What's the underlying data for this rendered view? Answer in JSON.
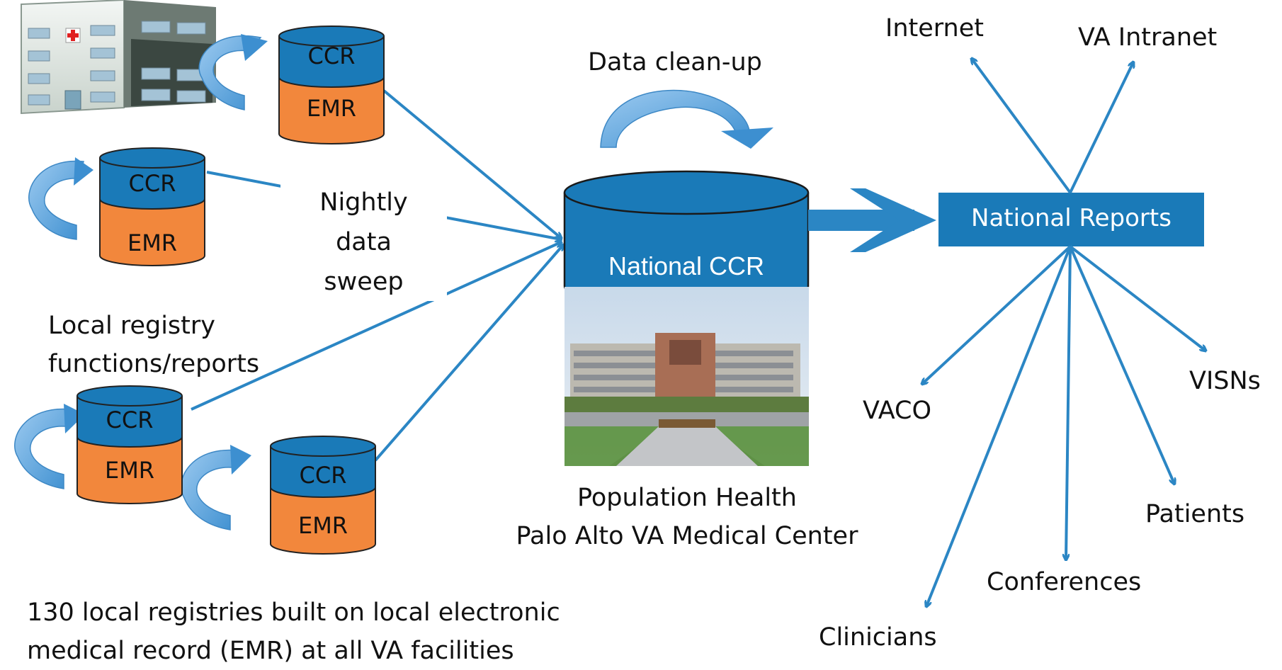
{
  "colors": {
    "accent_blue": "#1a7ab8",
    "arrow_blue": "#2b86c4",
    "orange": "#f2873c",
    "curl_blue": "#6fb0e3",
    "text": "#111111",
    "white": "#ffffff"
  },
  "local_db": {
    "top_label": "CCR",
    "bottom_label": "EMR"
  },
  "sweep": {
    "line1": "Nightly",
    "line2": "data",
    "line3": "sweep"
  },
  "local_functions": {
    "line1": "Local registry",
    "line2": "functions/reports"
  },
  "footer": {
    "line1": "130 local registries built on local electronic",
    "line2": "medical record (EMR) at all VA facilities"
  },
  "cleanup_label": "Data clean-up",
  "national": {
    "label": "National CCR",
    "caption_line1": "Population Health",
    "caption_line2": "Palo Alto VA Medical Center"
  },
  "reports": {
    "label": "National Reports",
    "destinations": {
      "internet": "Internet",
      "intranet": "VA Intranet",
      "vaco": "VACO",
      "visns": "VISNs",
      "patients": "Patients",
      "conferences": "Conferences",
      "clinicians": "Clinicians"
    }
  },
  "icons": {
    "hospital": "hospital-building-icon",
    "medical_center_photo": "medical-center-photo",
    "red_cross": "red-cross-icon"
  }
}
